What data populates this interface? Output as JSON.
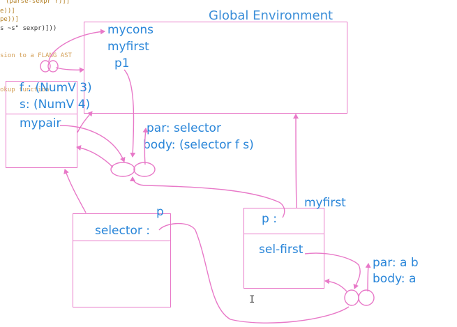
{
  "code_fragments": [
    "(parse-sexpr r)]]",
    "e))]",
    "pe))]",
    "s ~s\" sexpr)]))",
    "sion to a FLANG AST",
    "okup function"
  ],
  "global_env": {
    "title": "Global Environment",
    "bindings": [
      "mycons",
      "myfirst",
      "p1"
    ]
  },
  "env_a": {
    "bindings": [
      "f : (NumV 3)",
      "s: (NumV 4)"
    ],
    "body_label": "mypair"
  },
  "closure_selector": {
    "par": "par: selector",
    "body": "body: (selector f s)"
  },
  "env_selector": {
    "binding": "selector :",
    "p_label": "p"
  },
  "env_p": {
    "binding": "p :",
    "myfirst_label": "myfirst",
    "body_label": "sel-first"
  },
  "closure_ab": {
    "par": "par: a b",
    "body": "body: a"
  },
  "cursor_glyph": "I",
  "colors": {
    "ink_pink": "#e879c8",
    "text_blue": "#2a86d9"
  }
}
